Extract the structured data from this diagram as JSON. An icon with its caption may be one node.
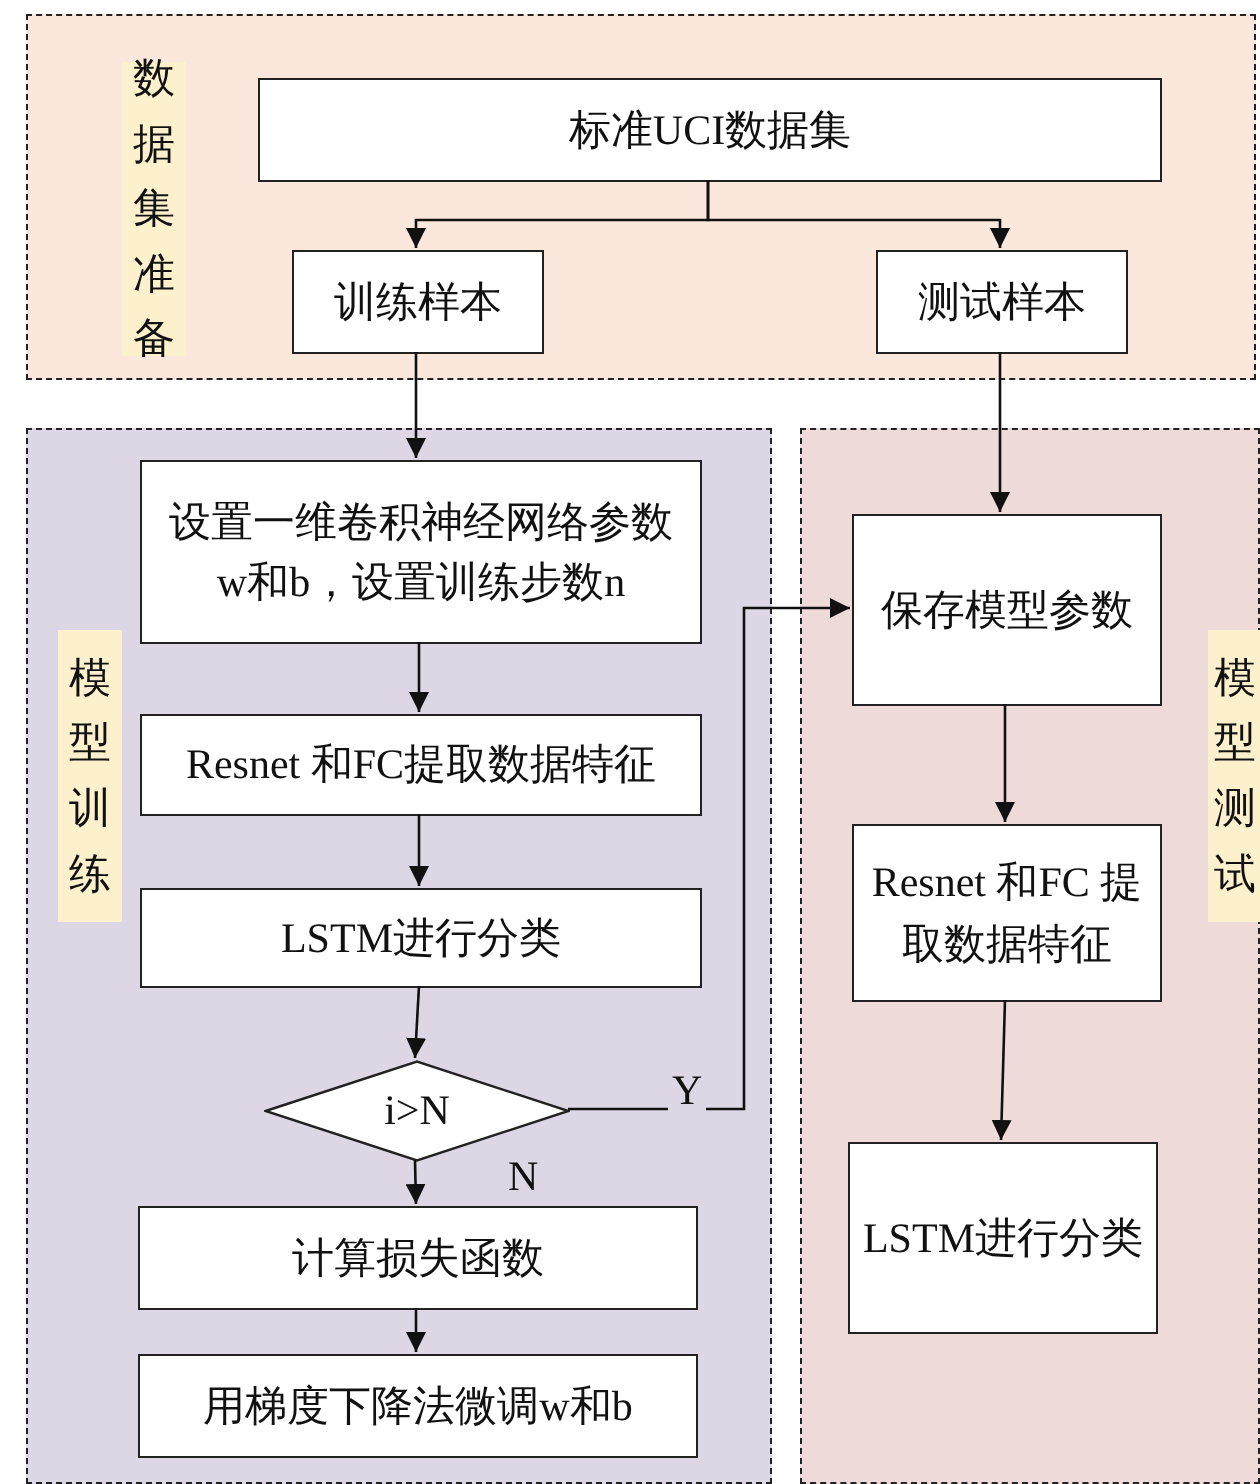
{
  "diagram": {
    "nodes": [
      {
        "text": [
          "数据集准备"
        ]
      },
      {
        "text": [
          "标准UCI数据集"
        ],
        "in": 0
      },
      {
        "text": [
          "训练样本"
        ],
        "in": 0
      },
      {
        "text": [
          "测试样本"
        ],
        "in": 0
      },
      {
        "text": [
          "模型训练"
        ]
      },
      {
        "text": [
          "设置一维卷积神经网络参数w和b，设置训练步数n"
        ],
        "in": 4
      },
      {
        "text": [
          "Resnet 和FC提取数据特征"
        ],
        "in": 4
      },
      {
        "text": [
          "LSTM进行分类"
        ],
        "in": 4
      },
      {
        "text": [
          "i>N"
        ],
        "in": 4
      },
      {
        "text": [
          "计算损失函数"
        ],
        "in": 4
      },
      {
        "text": [
          "用梯度下降法微调w和b"
        ],
        "in": 4
      },
      {
        "text": [
          "模型测试"
        ]
      },
      {
        "text": [
          "保存模型参数"
        ],
        "in": 11
      },
      {
        "text": [
          "Resnet 和FC 提取数据特征"
        ],
        "in": 11
      },
      {
        "text": [
          "LSTM进行分类"
        ],
        "in": 11
      }
    ],
    "edges": [
      {
        "from": 1,
        "to": 2,
        "arrow": "to"
      },
      {
        "from": 1,
        "to": 3,
        "arrow": "to"
      },
      {
        "from": 2,
        "to": 5,
        "arrow": "to"
      },
      {
        "from": 3,
        "to": 12,
        "arrow": "to"
      },
      {
        "from": 5,
        "to": 6,
        "arrow": "to"
      },
      {
        "from": 6,
        "to": 7,
        "arrow": "to"
      },
      {
        "from": 7,
        "to": 8,
        "arrow": "to"
      },
      {
        "from": 8,
        "to": 9,
        "arrow": "to",
        "label": "N"
      },
      {
        "from": 8,
        "to": 12,
        "arrow": "to",
        "label": "Y"
      },
      {
        "from": 9,
        "to": 10,
        "arrow": "to"
      },
      {
        "from": 12,
        "to": 13,
        "arrow": "to"
      },
      {
        "from": 13,
        "to": 14,
        "arrow": "to"
      }
    ]
  }
}
